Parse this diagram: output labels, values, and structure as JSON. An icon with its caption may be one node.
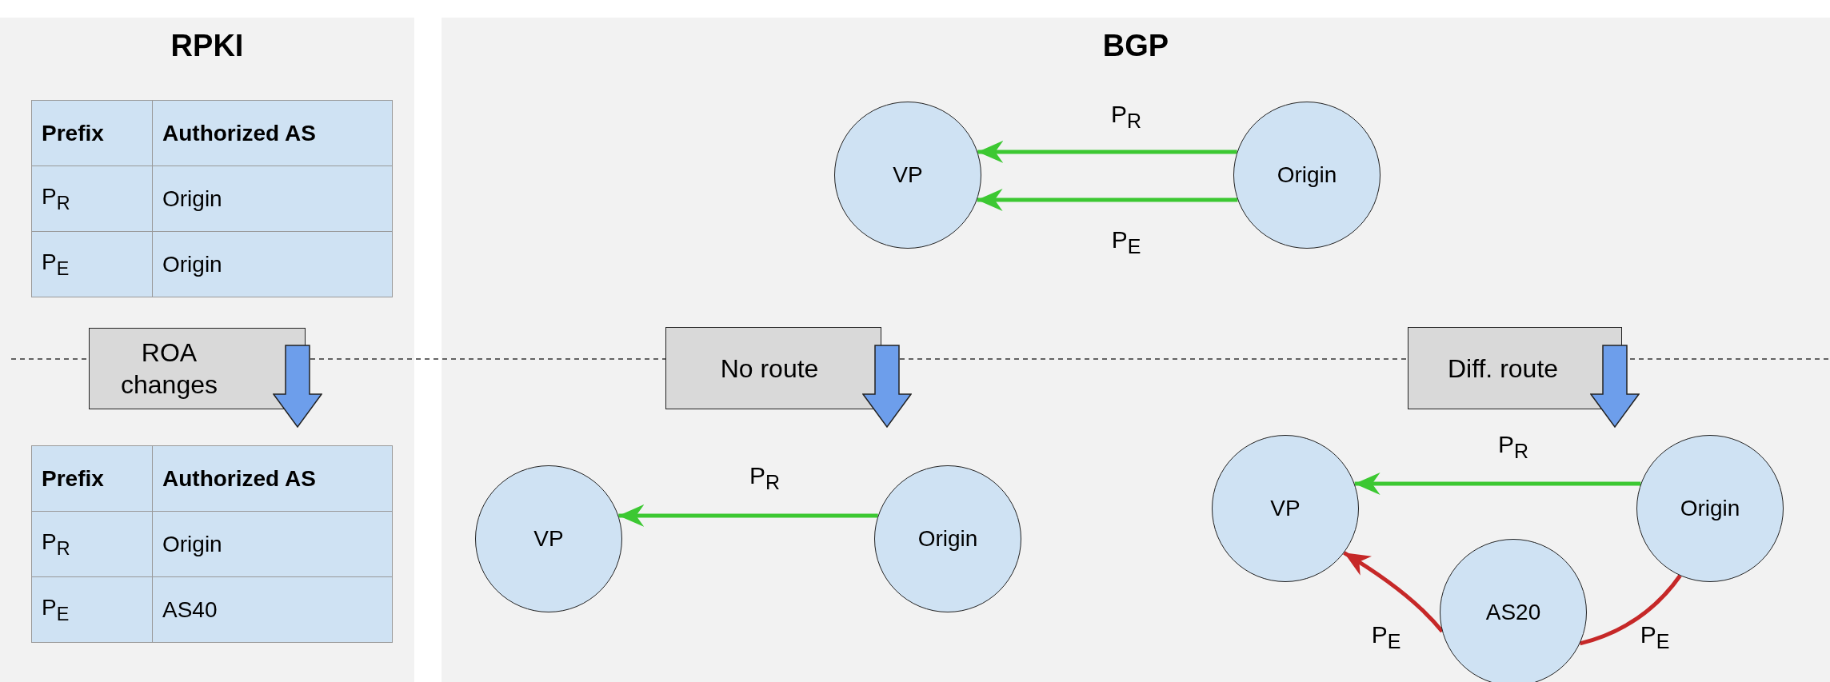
{
  "diagram": {
    "nodes": [
      {
        "text": [
          "RPKI"
        ]
      },
      {
        "text": [
          "BGP"
        ]
      },
      {
        "text": [
          "VP"
        ],
        "in": 1
      },
      {
        "text": [
          "Origin"
        ],
        "in": 1
      },
      {
        "text": [
          "ROA changes"
        ],
        "in": 0
      },
      {
        "text": [
          "No route"
        ],
        "in": 1
      },
      {
        "text": [
          "Diff. route"
        ],
        "in": 1
      },
      {
        "text": [
          "VP"
        ],
        "in": 1
      },
      {
        "text": [
          "Origin"
        ],
        "in": 1
      },
      {
        "text": [
          "VP"
        ],
        "in": 1
      },
      {
        "text": [
          "Origin"
        ],
        "in": 1
      },
      {
        "text": [
          "AS20"
        ],
        "in": 1
      }
    ],
    "edges": [
      {
        "from": 3,
        "to": 2,
        "arrow": "to",
        "label": "P$_{R}$"
      },
      {
        "from": 3,
        "to": 2,
        "arrow": "to",
        "label": "P$_{E}$"
      },
      {
        "from": 8,
        "to": 7,
        "arrow": "to",
        "label": "P$_{R}$"
      },
      {
        "from": 10,
        "to": 9,
        "arrow": "to",
        "label": "P$_{R}$"
      },
      {
        "from": 10,
        "to": 11,
        "arrow": "none",
        "label": "P$_{E}$",
        "color": "#c62828"
      },
      {
        "from": 11,
        "to": 9,
        "arrow": "to",
        "label": "P$_{E}$",
        "color": "#c62828"
      }
    ],
    "labels": [
      "Prefix",
      "Authorized AS",
      "P$_{R}$",
      "Origin",
      "P$_{E}$",
      "Origin",
      "Prefix",
      "Authorized AS",
      "P$_{R}$",
      "Origin",
      "P$_{E}$",
      "AS40"
    ]
  }
}
